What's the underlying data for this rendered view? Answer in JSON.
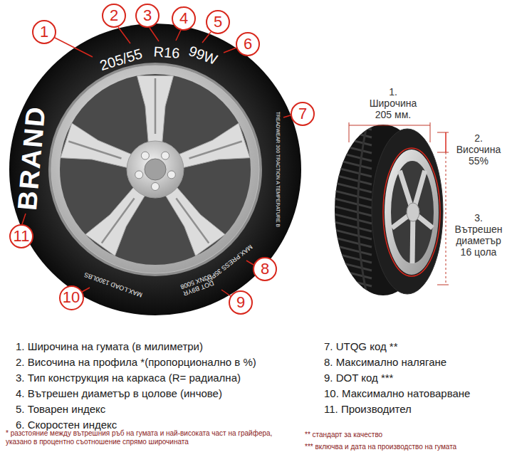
{
  "diagram": {
    "nodes": [
      {
        "text": [
          "1"
        ]
      },
      {
        "text": [
          "2"
        ]
      },
      {
        "text": [
          "3"
        ]
      },
      {
        "text": [
          "4"
        ]
      },
      {
        "text": [
          "5"
        ]
      },
      {
        "text": [
          "6"
        ]
      },
      {
        "text": [
          "7"
        ]
      },
      {
        "text": [
          "8"
        ]
      },
      {
        "text": [
          "9"
        ]
      },
      {
        "text": [
          "10"
        ]
      },
      {
        "text": [
          "11"
        ]
      }
    ],
    "labels": [
      "205/55",
      "R16",
      "99W",
      "BRAND",
      "TREADWEAR 300 TRACTION A TEMPERATURE B",
      "MAX.PRESS 35PSI",
      "DOT B9YR UJNX 5008",
      "MAX.LOAD 1300LBS",
      "1. Широчина 205 мм.",
      "2. Височина 55%",
      "3. Вътрешен диаметър 16 цола",
      "1. Широчина на гумата (в милиметри)",
      "2. Височина на профила *(пропорционално в %)",
      "3. Тип конструкция на каркаса (R= радиална)",
      "4. Вътрешен диаметър в цолове (инчове)",
      "5. Товарен индекс",
      "6. Скоростен индекс",
      "7. UTQG код **",
      "8. Максимално налягане",
      "9. DOT код ***",
      "10. Максимално натоварване",
      "11. Производител",
      "* разстояние между вътрешния ръб на гумата и най-високата част на грайфера, указано в процентно съотношение спрямо широчината",
      "** стандарт за качество",
      "*** включва и дата на производство на гумата"
    ]
  }
}
